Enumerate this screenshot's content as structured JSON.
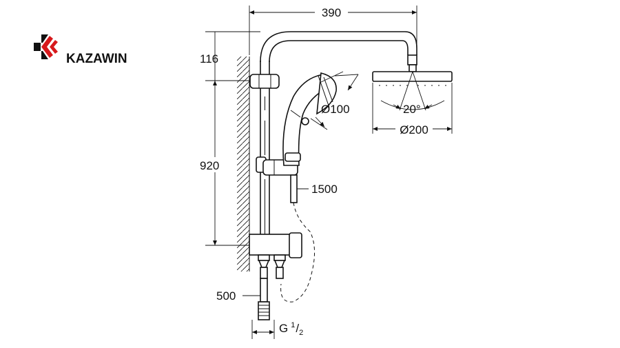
{
  "brand": {
    "logo_text": "KAZAWIN",
    "logo_color": "#d7191c"
  },
  "dimensions": {
    "arm_length": "390",
    "top_offset": "116",
    "rail_height": "920",
    "hand_shower_diameter": "Ø100",
    "head_angle": "20°",
    "head_diameter": "Ø200",
    "hose_length": "1500",
    "inlet_length": "500",
    "thread_base": "G",
    "thread_num": "1",
    "thread_den": "2"
  }
}
